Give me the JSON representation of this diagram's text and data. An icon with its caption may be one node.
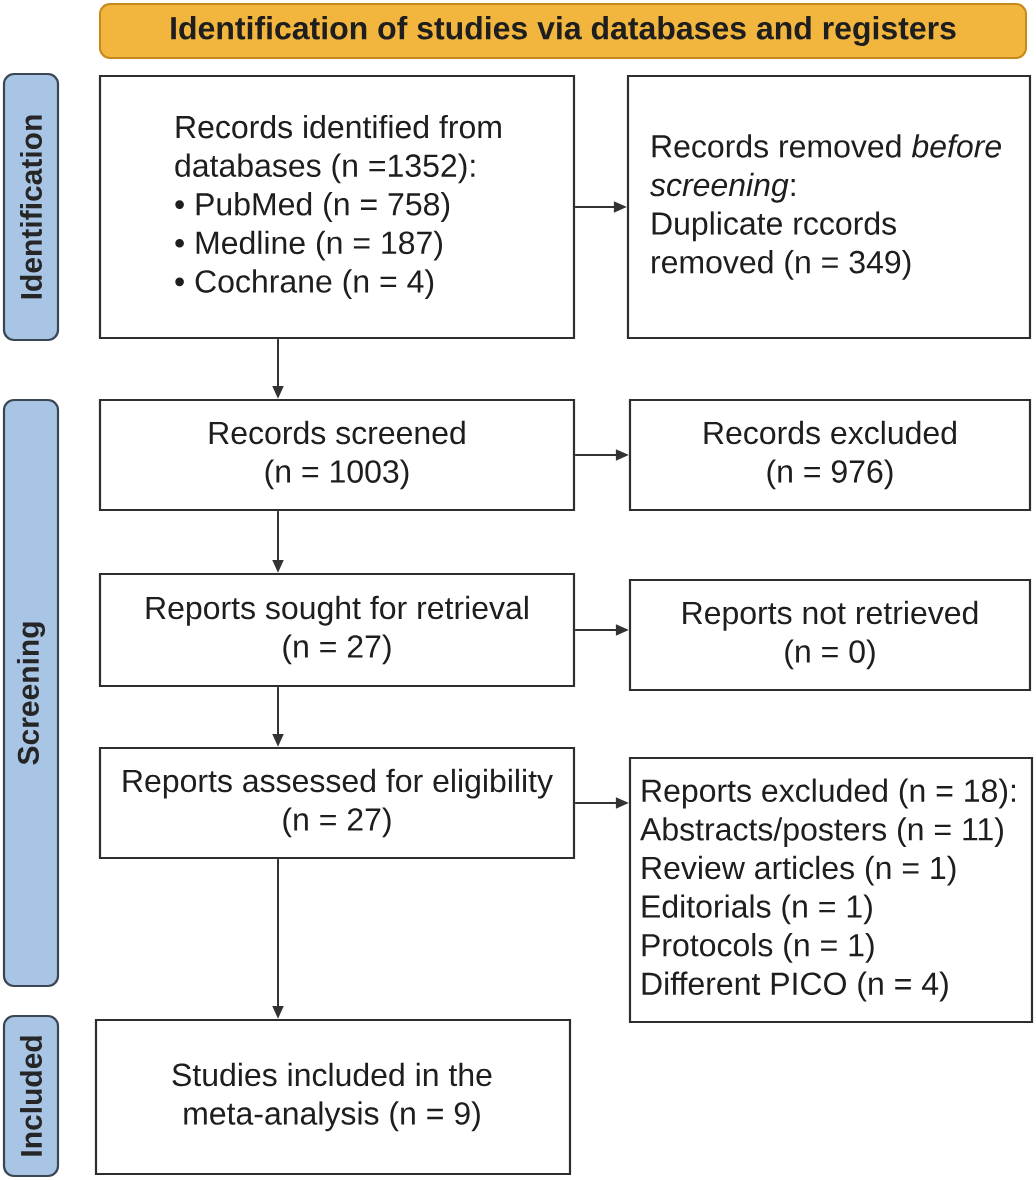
{
  "diagram": {
    "nodes": [
      {
        "text": [
          "Identification of studies via databases and registers"
        ]
      },
      {
        "text": [
          "Identification"
        ]
      },
      {
        "text": [
          "Records identified from databases (n =1352):",
          "• PubMed (n = 758)",
          "• Medline (n = 187)",
          "• Cochrane (n = 4)"
        ]
      },
      {
        "text": [
          "Records removed *before screening*:",
          "Duplicate rccords removed (n = 349)"
        ]
      },
      {
        "text": [
          "Screening"
        ]
      },
      {
        "text": [
          "Records screened",
          "(n = 1003)"
        ]
      },
      {
        "text": [
          "Records excluded",
          "(n = 976)"
        ]
      },
      {
        "text": [
          "Reports sought for retrieval",
          "(n = 27)"
        ]
      },
      {
        "text": [
          "Reports not retrieved",
          "(n = 0)"
        ]
      },
      {
        "text": [
          "Reports assessed for eligibility",
          "(n = 27)"
        ]
      },
      {
        "text": [
          "Reports excluded (n = 18):",
          "Abstracts/posters (n = 11)",
          "Review articles (n = 1)",
          "Editorials (n = 1)",
          "Protocols (n = 1)",
          "Different PICO (n = 4)"
        ]
      },
      {
        "text": [
          "Included"
        ]
      },
      {
        "text": [
          "Studies included in the meta-analysis (n = 9)"
        ]
      }
    ],
    "edges": [
      {
        "from": 2,
        "to": 3,
        "arrow": "to"
      },
      {
        "from": 2,
        "to": 5,
        "arrow": "to"
      },
      {
        "from": 5,
        "to": 6,
        "arrow": "to"
      },
      {
        "from": 5,
        "to": 7,
        "arrow": "to"
      },
      {
        "from": 7,
        "to": 8,
        "arrow": "to"
      },
      {
        "from": 7,
        "to": 9,
        "arrow": "to"
      },
      {
        "from": 9,
        "to": 10,
        "arrow": "to"
      },
      {
        "from": 9,
        "to": 12,
        "arrow": "to"
      }
    ]
  }
}
